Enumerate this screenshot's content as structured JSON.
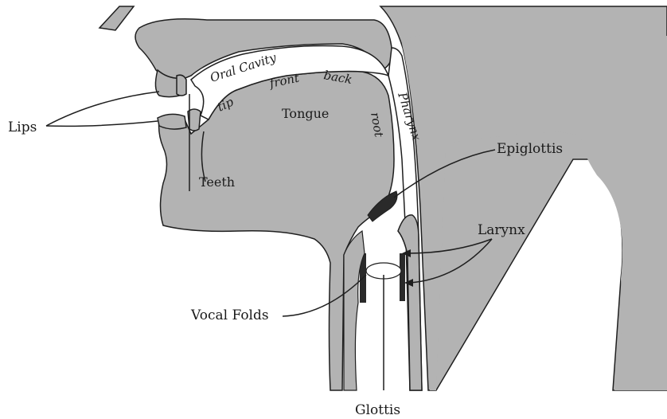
{
  "colors": {
    "tissue": "#b3b3b3",
    "outline": "#1f1f1f",
    "dark": "#2a2a2a",
    "background": "#ffffff"
  },
  "labels": {
    "lips": "Lips",
    "teeth": "Teeth",
    "oral_cavity": "Oral Cavity",
    "tip": "tip",
    "front": "front",
    "back": "back",
    "tongue": "Tongue",
    "root": "root",
    "pharynx": "Pharynx",
    "epiglottis": "Epiglottis",
    "larynx": "Larynx",
    "vocal_folds": "Vocal Folds",
    "glottis": "Glottis"
  }
}
